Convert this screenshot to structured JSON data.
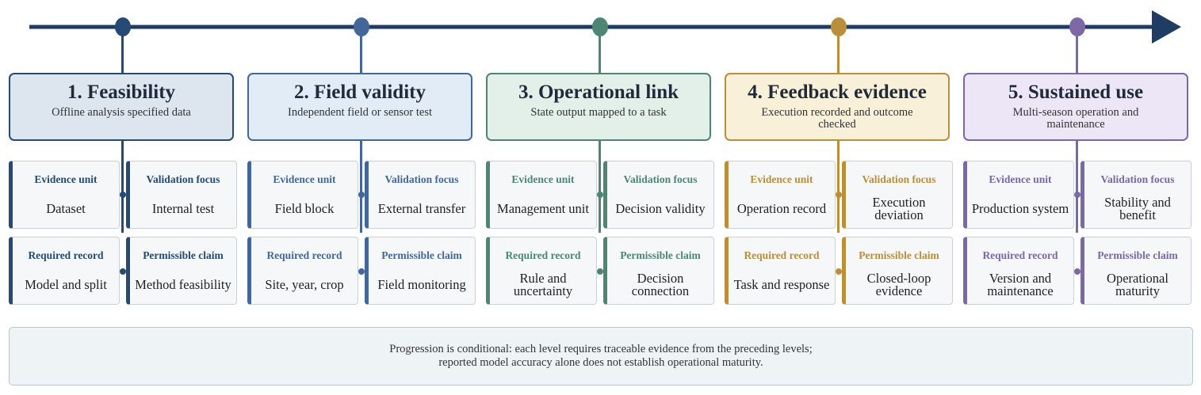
{
  "colors": {
    "timeline": "#1f3d63",
    "stage1": "#254a73",
    "stage2": "#44679a",
    "stage3": "#4d8672",
    "stage4": "#b98f3c",
    "stage5": "#7c68a6"
  },
  "stages": [
    {
      "title": "1. Feasibility",
      "description": "Offline analysis specified data",
      "fill": "#dde6ee",
      "cards": [
        {
          "label": "Evidence unit",
          "value": "Dataset"
        },
        {
          "label": "Validation focus",
          "value": "Internal test"
        },
        {
          "label": "Required record",
          "value": "Model and split"
        },
        {
          "label": "Permissible claim",
          "value": "Method feasibility"
        }
      ]
    },
    {
      "title": "2. Field validity",
      "description": "Independent field or sensor test",
      "fill": "#e1ecf7",
      "cards": [
        {
          "label": "Evidence unit",
          "value": "Field block"
        },
        {
          "label": "Validation focus",
          "value": "External transfer"
        },
        {
          "label": "Required record",
          "value": "Site, year, crop"
        },
        {
          "label": "Permissible claim",
          "value": "Field monitoring"
        }
      ]
    },
    {
      "title": "3. Operational link",
      "description": "State output mapped to a task",
      "fill": "#e3efe9",
      "cards": [
        {
          "label": "Evidence unit",
          "value": "Management unit"
        },
        {
          "label": "Validation focus",
          "value": "Decision validity"
        },
        {
          "label": "Required record",
          "value": "Rule and uncertainty"
        },
        {
          "label": "Permissible claim",
          "value": "Decision connection"
        }
      ]
    },
    {
      "title": "4. Feedback evidence",
      "description": "Execution recorded and outcome checked",
      "fill": "#f8f0d9",
      "cards": [
        {
          "label": "Evidence unit",
          "value": "Operation record"
        },
        {
          "label": "Validation focus",
          "value": "Execution deviation"
        },
        {
          "label": "Required record",
          "value": "Task and response"
        },
        {
          "label": "Permissible claim",
          "value": "Closed-loop evidence"
        }
      ]
    },
    {
      "title": "5. Sustained use",
      "description": "Multi-season operation and maintenance",
      "fill": "#ede6f6",
      "cards": [
        {
          "label": "Evidence unit",
          "value": "Production system"
        },
        {
          "label": "Validation focus",
          "value": "Stability and benefit"
        },
        {
          "label": "Required record",
          "value": "Version and maintenance"
        },
        {
          "label": "Permissible claim",
          "value": "Operational maturity"
        }
      ]
    }
  ],
  "footer": {
    "line1": "Progression is conditional: each level requires traceable evidence from the preceding levels;",
    "line2": "reported model accuracy alone does not establish operational maturity."
  }
}
